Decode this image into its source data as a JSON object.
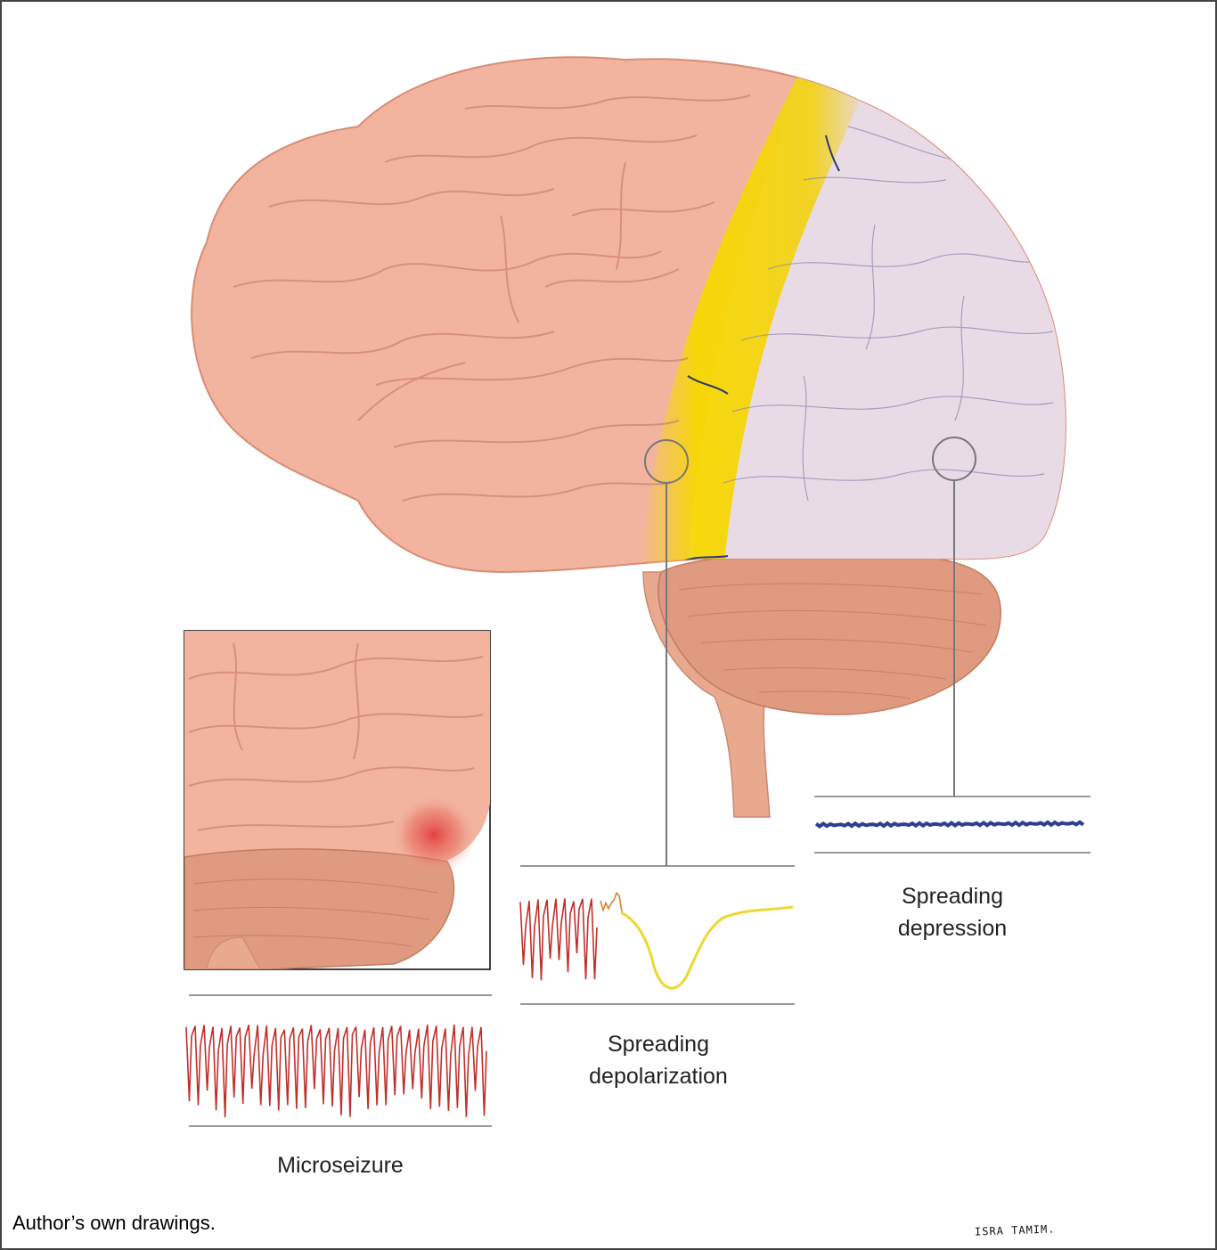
{
  "labels": {
    "microseizure": "Microseizure",
    "spreading_depolarization_line1": "Spreading",
    "spreading_depolarization_line2": "depolarization",
    "spreading_depression_line1": "Spreading",
    "spreading_depression_line2": "depression"
  },
  "caption": "Author’s own drawings.",
  "signature": "ISRA TAMIM.",
  "colors": {
    "cortex": "#f2b49f",
    "cortex_shadow": "#d98c76",
    "cerebellum": "#e09a7f",
    "depolarization_wave": "#f2d21a",
    "depression_region": "#e8dbe6",
    "seizure_trace": "#c0302a",
    "depression_trace": "#2e3f8f",
    "focus_red": "#e23b3b"
  }
}
